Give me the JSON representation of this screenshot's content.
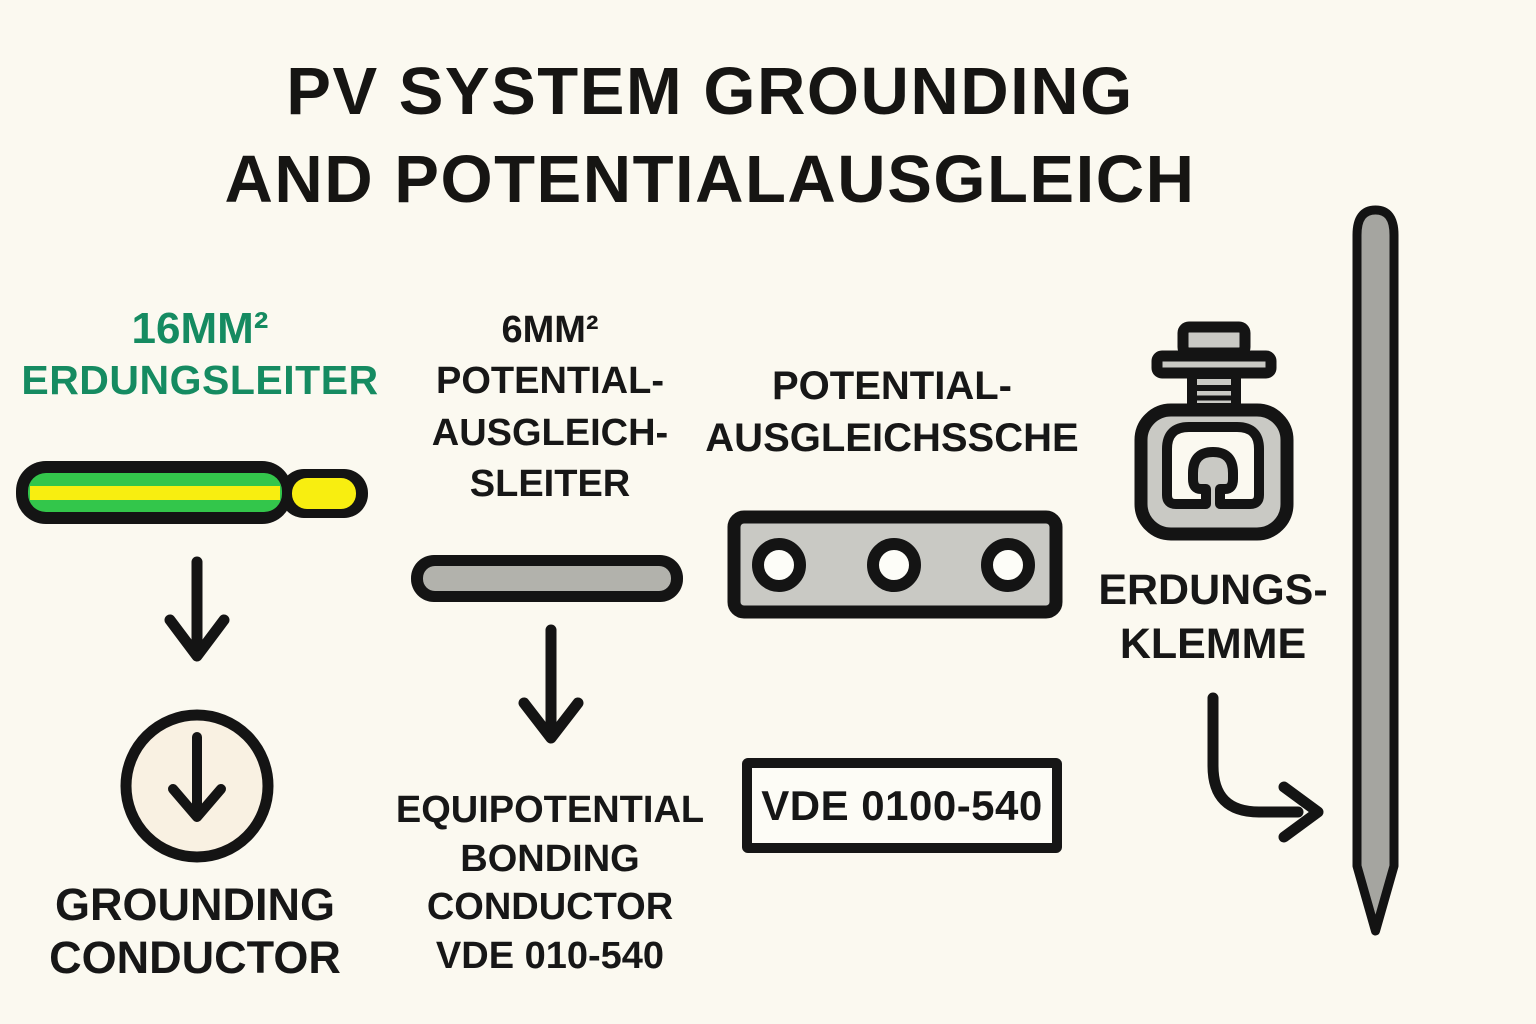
{
  "title": {
    "line1": "PV SYSTEM GROUNDING",
    "line2": "AND POTENTIALAUSGLEICH"
  },
  "colors": {
    "background": "#fbf9f0",
    "ink": "#161616",
    "green_text": "#158b61",
    "cable_green": "#33c64b",
    "cable_yellow": "#f8ee10",
    "metal_gray": "#c9c9c4",
    "conductor_gray": "#b2b2ac",
    "rod_gray": "#a5a5a0",
    "circle_fill": "#f9f1e2"
  },
  "grounding_column": {
    "size_label": "16MM²",
    "name_label": "ERDUNGSLEITER",
    "caption_line1": "GROUNDING",
    "caption_line2": "CONDUCTOR"
  },
  "bonding_column": {
    "size_label": "6MM²",
    "name_line1": "POTENTIAL-",
    "name_line2": "AUSGLEICH-",
    "name_line3": "SLEITER",
    "caption_line1": "EQUIPOTENTIAL",
    "caption_line2": "BONDING",
    "caption_line3": "CONDUCTOR",
    "caption_line4": "VDE 010-540"
  },
  "busbar_column": {
    "name_line1": "POTENTIAL-",
    "name_line2": "AUSGLEICHSSCHE",
    "standard_label": "VDE 0100-540"
  },
  "clamp_column": {
    "caption_line1": "ERDUNGS-",
    "caption_line2": "KLEMME"
  }
}
